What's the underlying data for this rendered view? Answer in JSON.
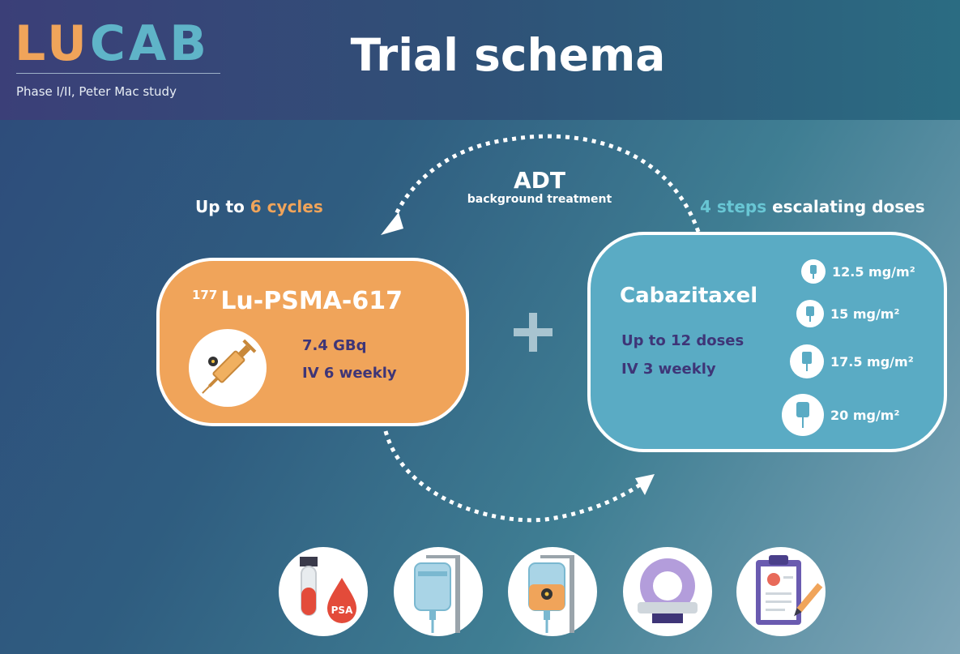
{
  "header": {
    "logo_part1": "LU",
    "logo_part2": "CAB",
    "subtitle": "Phase I/II, Peter Mac study",
    "title": "Trial schema"
  },
  "schema": {
    "cycles_prefix": "Up to ",
    "cycles_accent": "6 cycles",
    "steps_accent": "4 steps",
    "steps_suffix": " escalating doses",
    "adt_title": "ADT",
    "adt_subtitle": "background treatment",
    "lu": {
      "isotope_sup": "177",
      "name": "Lu-PSMA-617",
      "dose": "7.4 GBq",
      "schedule": "IV 6 weekly",
      "icon": "radioactive-syringe-icon"
    },
    "cab": {
      "name": "Cabazitaxel",
      "doses_line": "Up to 12 doses",
      "schedule": "IV 3 weekly",
      "dose_steps": [
        "12.5 mg/m²",
        "15 mg/m²",
        "17.5 mg/m²",
        "20 mg/m²"
      ]
    }
  },
  "bottom_icons": [
    "blood-tube-psa-icon",
    "iv-bag-icon",
    "radioactive-iv-bag-icon",
    "scanner-icon",
    "clipboard-icon"
  ],
  "psa_label": "PSA",
  "colors": {
    "orange": "#f0a45a",
    "teal": "#5aabc4",
    "purple_text": "#3e3577",
    "white": "#ffffff"
  }
}
